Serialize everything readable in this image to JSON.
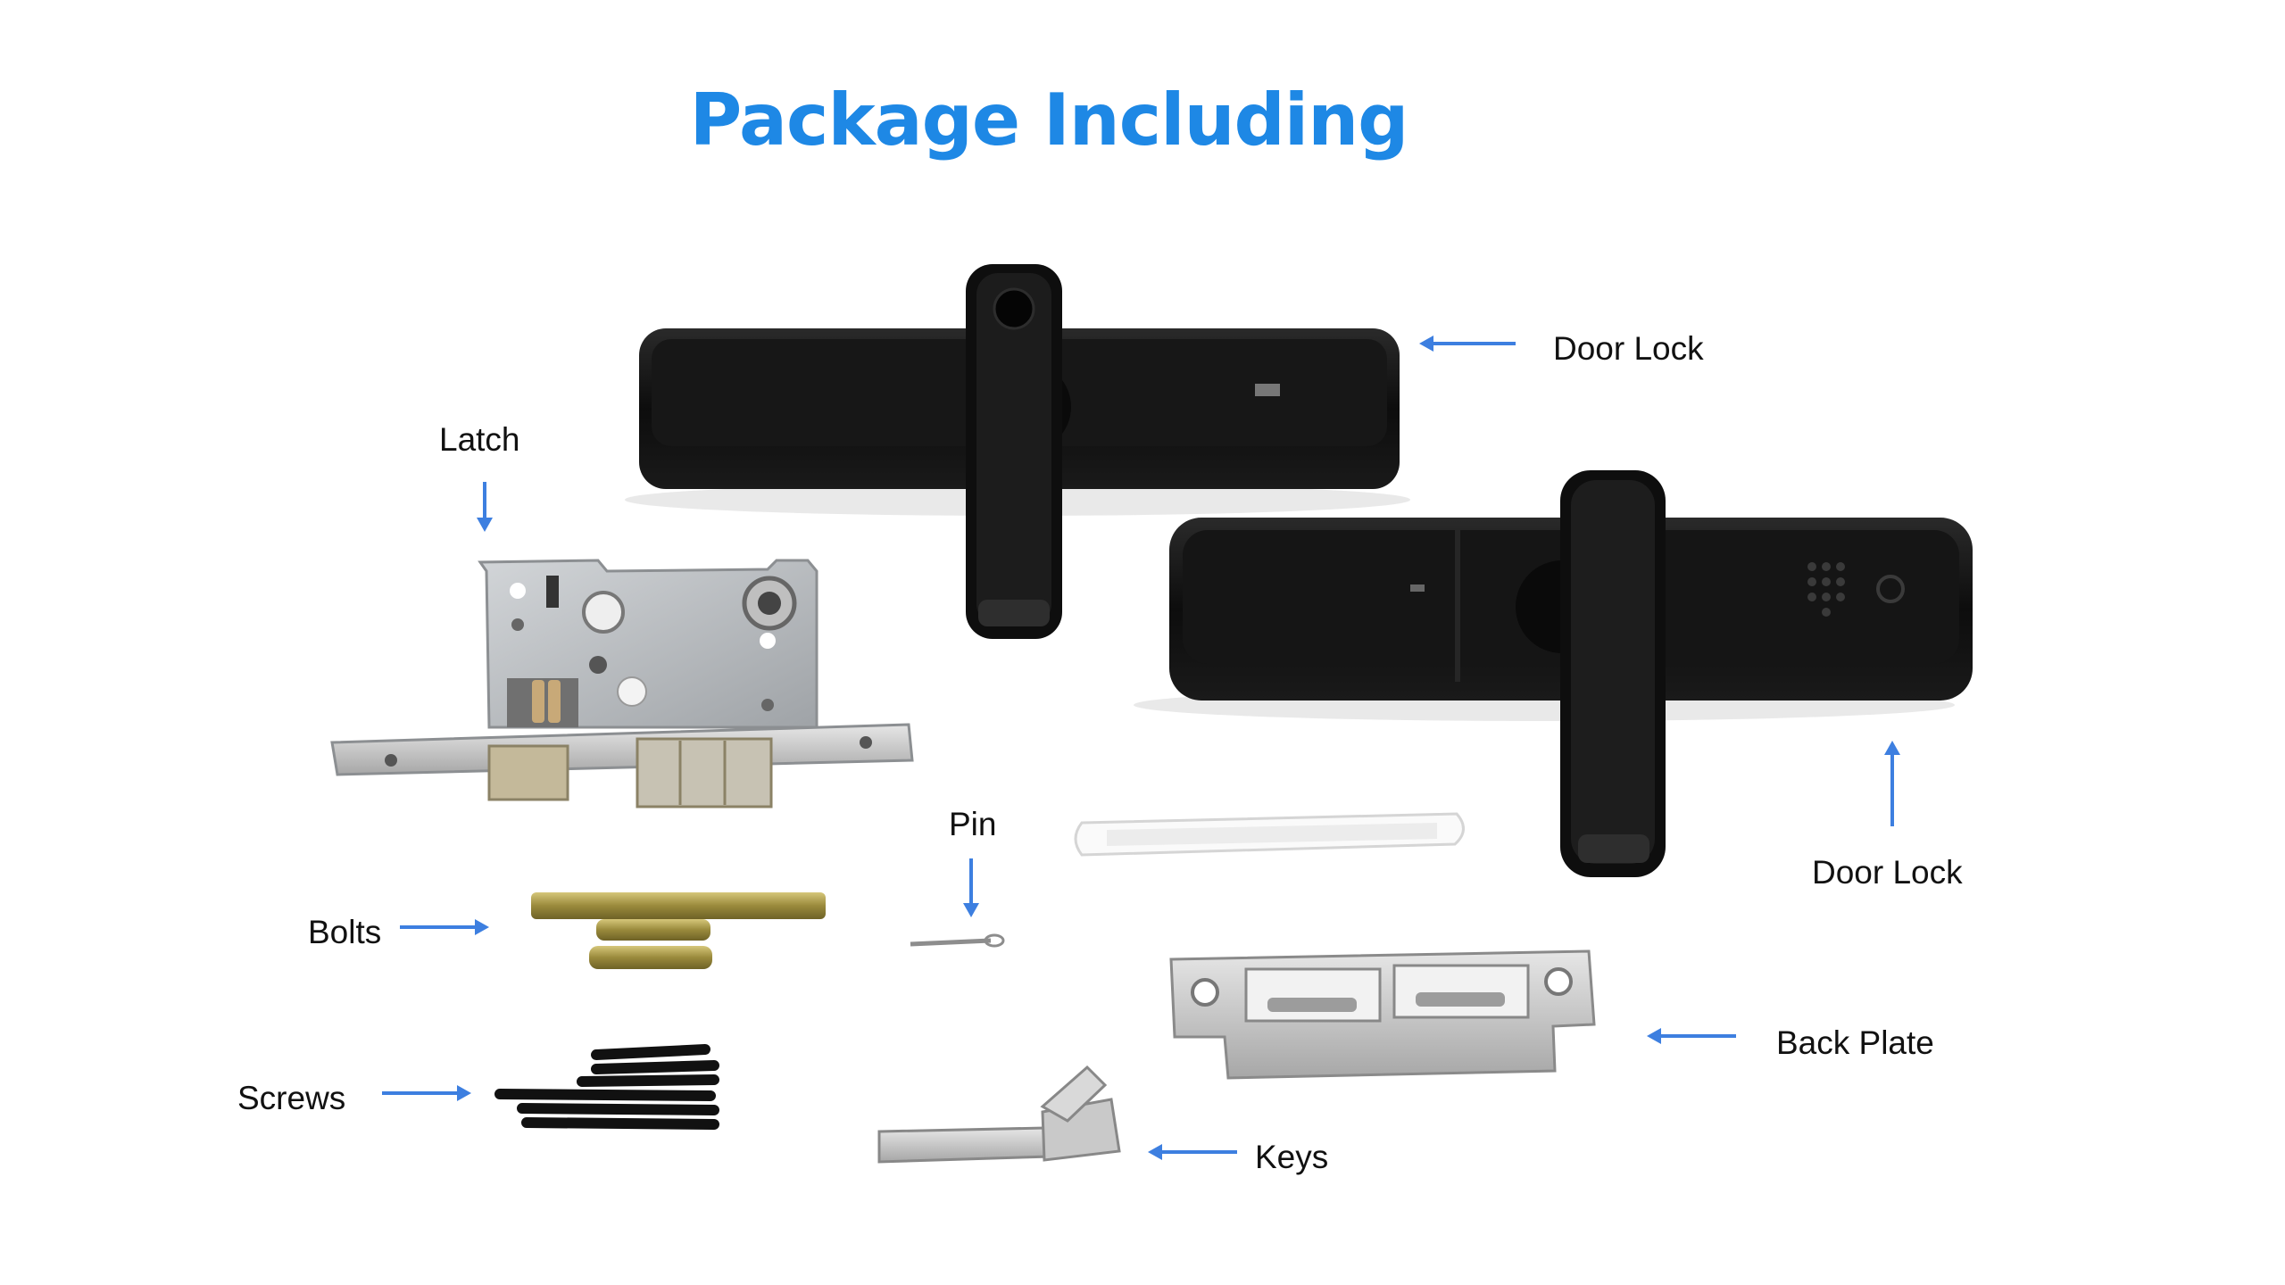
{
  "title": "Package Including",
  "labels": {
    "door_lock_top": "Door Lock",
    "door_lock_bottom": "Door Lock",
    "latch": "Latch",
    "pin": "Pin",
    "bolts": "Bolts",
    "screws": "Screws",
    "back_plate": "Back Plate",
    "keys": "Keys"
  },
  "colors": {
    "title": "#1e88e5",
    "arrow": "#3d7fe0",
    "lock_body": "#111111",
    "latch_plate": "#b9bcbf"
  }
}
